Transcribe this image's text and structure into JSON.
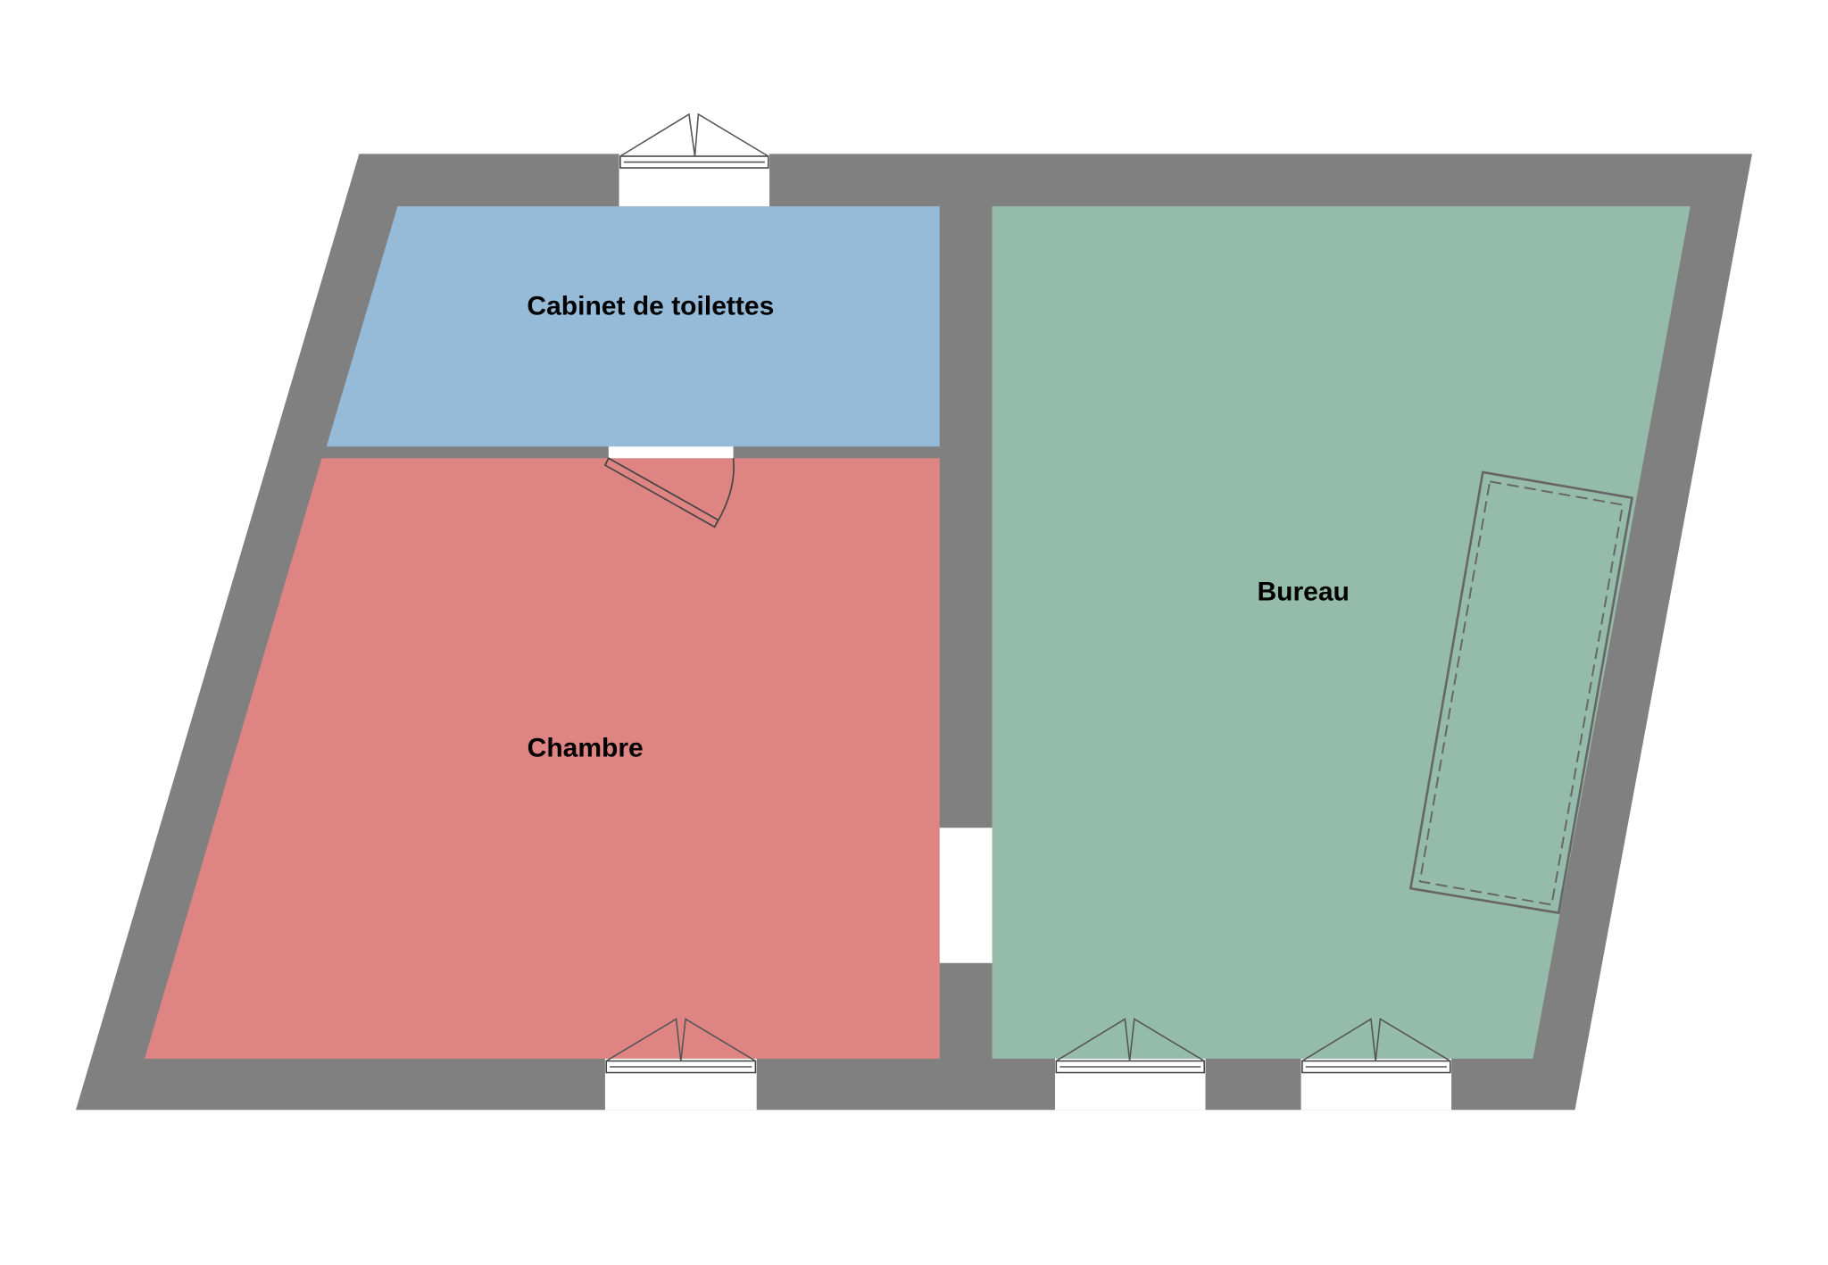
{
  "plan": {
    "rooms": [
      {
        "name": "Cabinet de toilettes",
        "color": "#96bbd8"
      },
      {
        "name": "Chambre",
        "color": "#de8583"
      },
      {
        "name": "Bureau",
        "color": "#95bcaa"
      }
    ],
    "wall_color": "#808080",
    "windows_count": 4,
    "doors_count": 1,
    "skylights_count": 1
  }
}
